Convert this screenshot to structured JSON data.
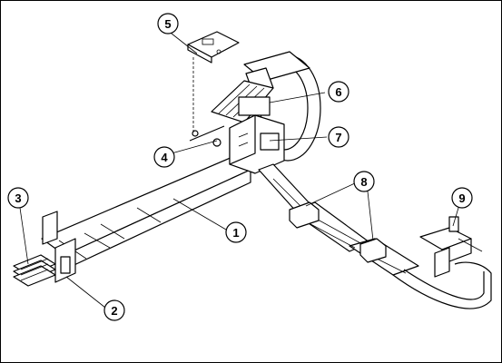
{
  "figure": {
    "callouts": [
      {
        "label": "1"
      },
      {
        "label": "2"
      },
      {
        "label": "3"
      },
      {
        "label": "4"
      },
      {
        "label": "5"
      },
      {
        "label": "6"
      },
      {
        "label": "7"
      },
      {
        "label": "8"
      },
      {
        "label": "9"
      }
    ]
  }
}
